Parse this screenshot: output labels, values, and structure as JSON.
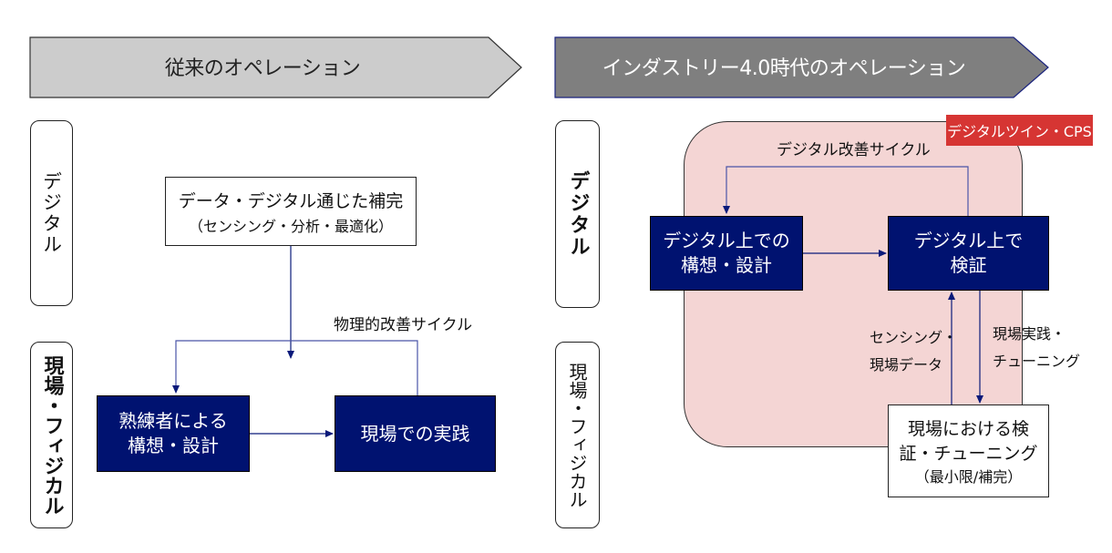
{
  "left": {
    "banner_title": "従来のオペレーション",
    "side_labels": {
      "digital": "デジタル",
      "physical": "現場・フィジカル"
    },
    "data_box": {
      "line1": "データ・デジタル通じた補完",
      "line2": "（センシング・分析・最適化）"
    },
    "cycle_label": "物理的改善サイクル",
    "design_box": {
      "line1": "熟練者による",
      "line2": "構想・設計"
    },
    "practice_box": {
      "line1": "現場での実践"
    }
  },
  "right": {
    "banner_title": "インダストリー4.0時代のオペレーション",
    "side_labels": {
      "digital": "デジタル",
      "physical": "現場・フィジカル"
    },
    "badge": "デジタルツイン・CPS",
    "cycle_label": "デジタル改善サイクル",
    "digital_design_box": {
      "line1": "デジタル上での",
      "line2": "構想・設計"
    },
    "digital_verify_box": {
      "line1": "デジタル上で",
      "line2": "検証"
    },
    "sensing_label": {
      "line1": "センシング・",
      "line2": "現場データ"
    },
    "practice_label": {
      "line1": "現場実践・",
      "line2": "チューニング"
    },
    "field_box": {
      "line1": "現場における検",
      "line2": "証・チューニング",
      "line3": "（最小限/補完）"
    }
  },
  "colors": {
    "navy": "#001270",
    "banner_left": "#cccccc",
    "banner_right": "#7f7f7f",
    "twin_region": "#f4d5d4",
    "badge": "#d63533",
    "arrow": "#0a1a7a"
  }
}
